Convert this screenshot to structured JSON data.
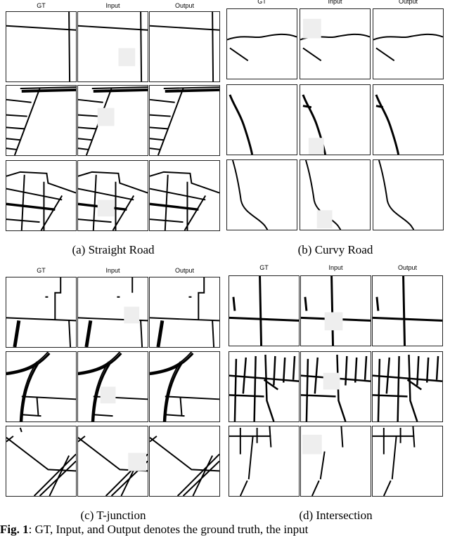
{
  "column_headers": [
    "GT",
    "Input",
    "Output"
  ],
  "captions": {
    "a": "(a) Straight Road",
    "b": "(b) Curvy Road",
    "c": "(c) T-junction",
    "d": "(d) Intersection"
  },
  "figure_caption": {
    "label": "Fig. 1",
    "text": ": GT, Input, and Output denotes the ground truth, the input"
  },
  "colors": {
    "road": "#000000",
    "mask": "#eeeeee",
    "border": "#222222"
  }
}
